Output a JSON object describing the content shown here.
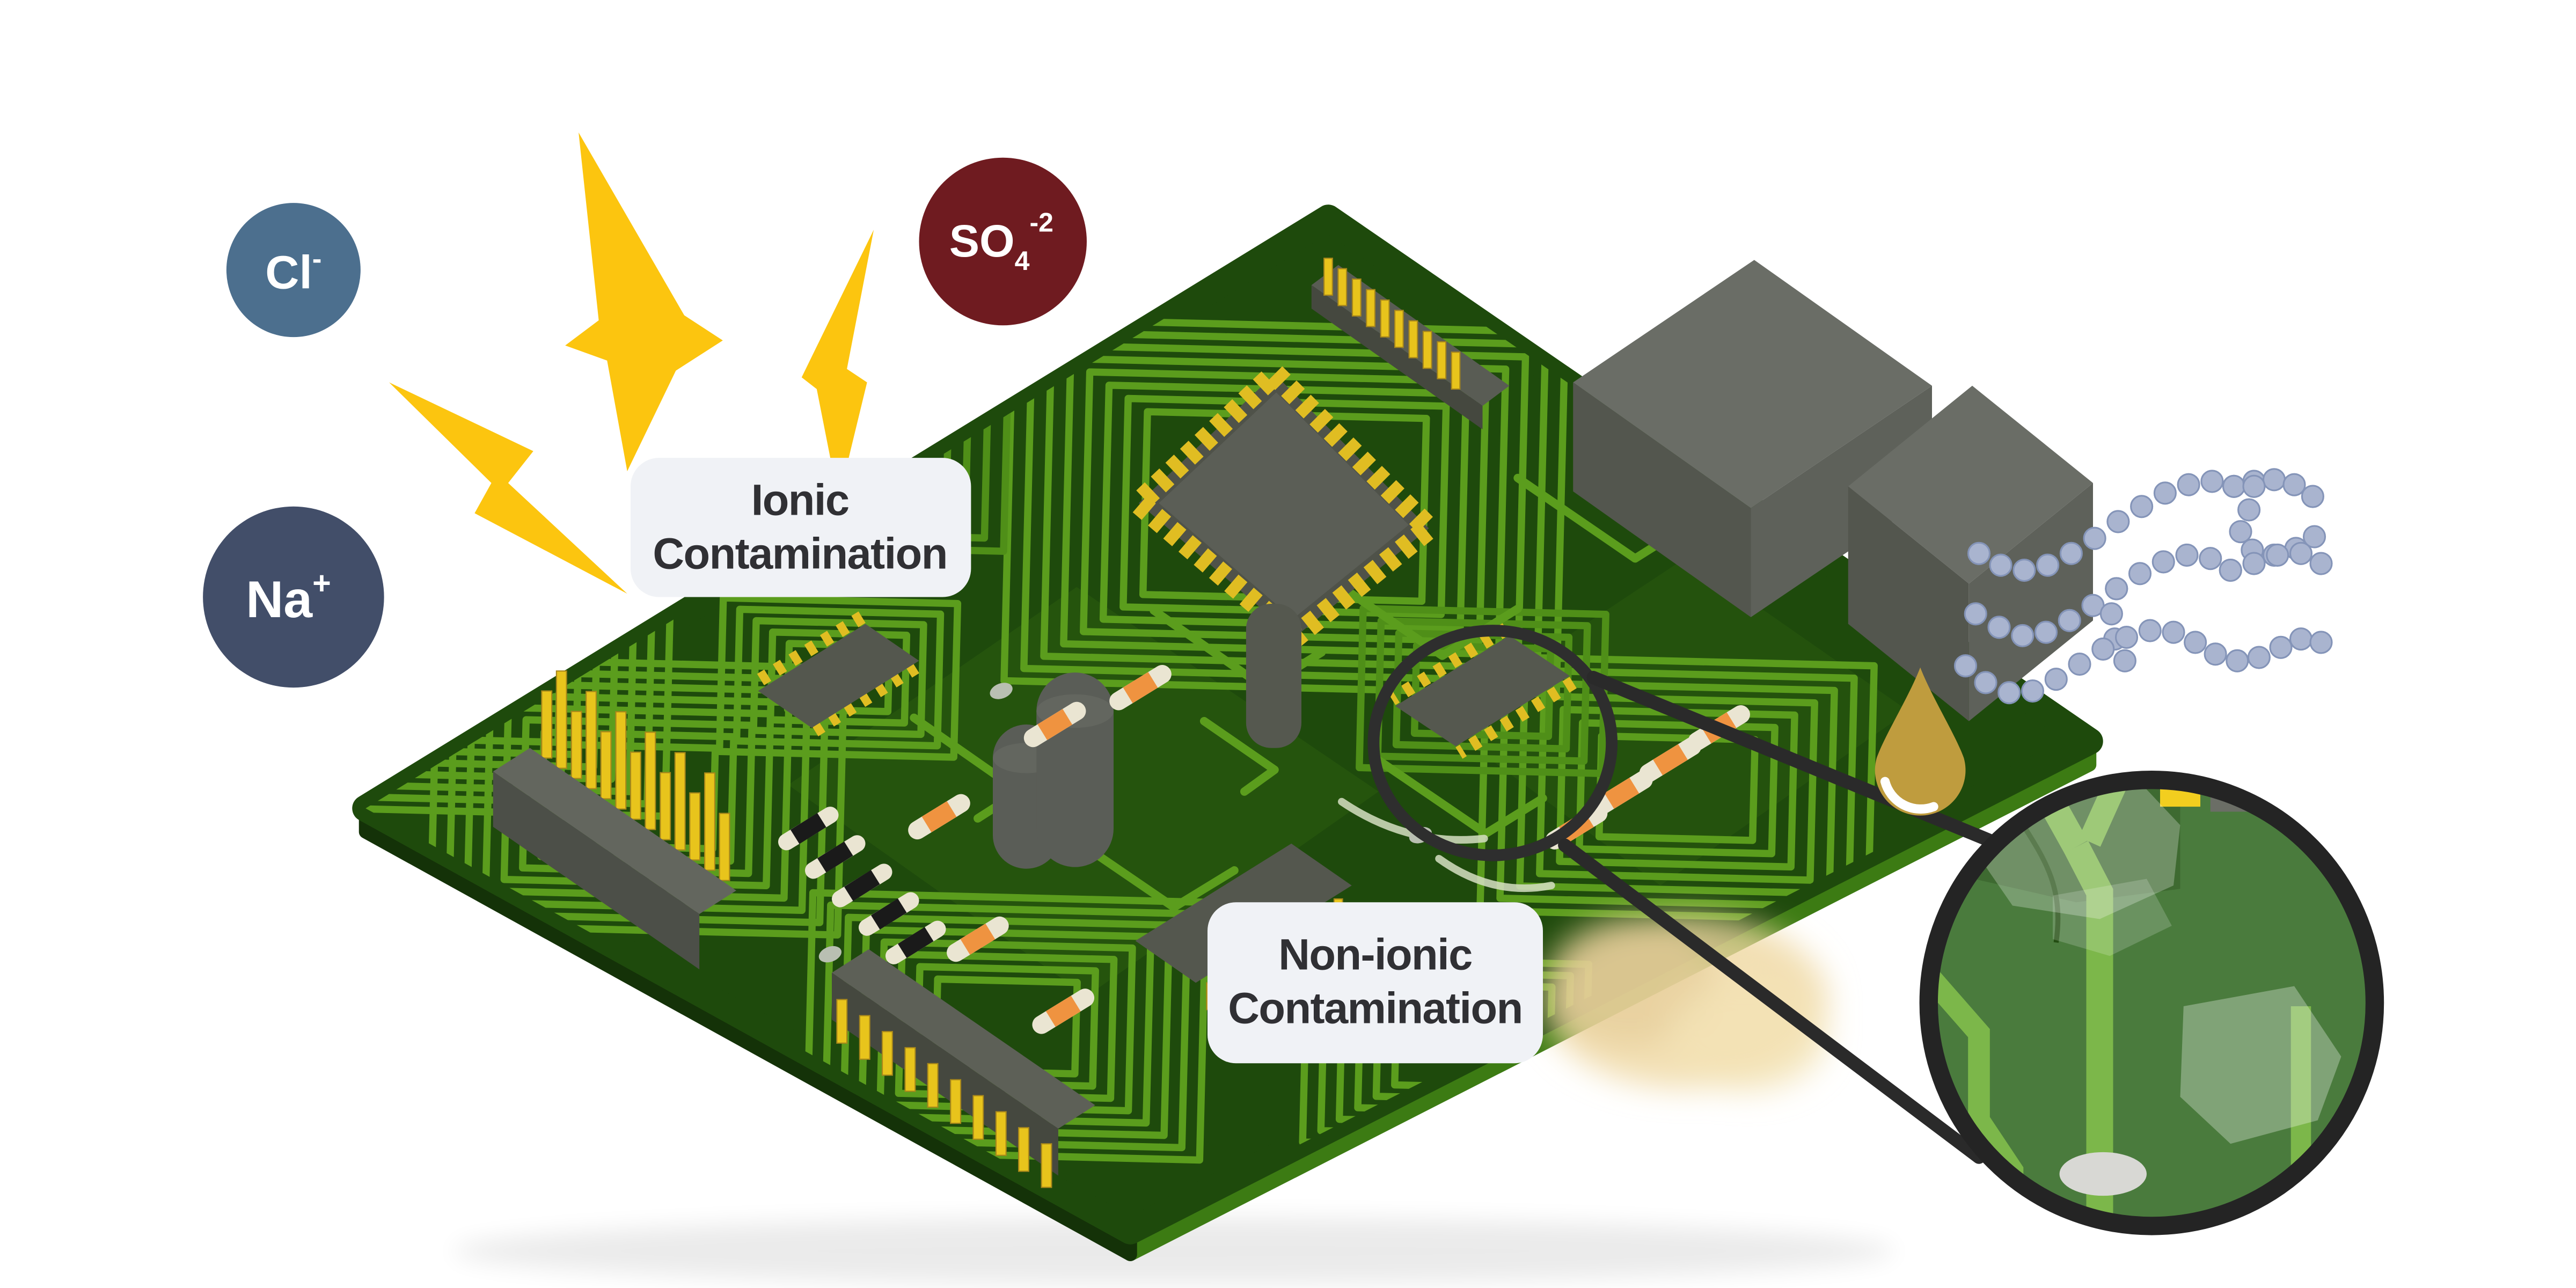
{
  "scene": {
    "description": "Isometric illustration of a green printed circuit board showing sources of ionic and non-ionic contamination",
    "background_color": "#ffffff"
  },
  "ion_badges": {
    "chloride": {
      "symbol": "Cl",
      "charge": "-",
      "color": "#4c6f8e"
    },
    "sodium": {
      "symbol": "Na",
      "charge": "+",
      "color": "#424e69"
    },
    "sulfate": {
      "symbol": "SO",
      "subscript": "4",
      "charge": "-2",
      "color": "#6f1b20"
    }
  },
  "callouts": {
    "ionic": {
      "line1": "Ionic",
      "line2": "Contamination",
      "bg": "#f0f2f6",
      "text_color": "#303034"
    },
    "nonionic": {
      "line1": "Non-ionic",
      "line2": "Contamination",
      "bg": "#f0f2f6",
      "text_color": "#303034"
    }
  },
  "icons": {
    "lightning_bolts": {
      "name": "lightning-bolt-icon",
      "count": 3,
      "color": "#fcc50f"
    },
    "oil_droplet": {
      "name": "oil-droplet-icon",
      "color": "#bf9c3e"
    },
    "polymer_chain": {
      "name": "polymer-chain-icon",
      "bead_color": "#a9b4cf"
    },
    "magnifier": {
      "name": "magnifier-circle",
      "ring_color": "#242424"
    },
    "stain": {
      "name": "stain-smudge-icon",
      "color": "#efd7a0"
    }
  },
  "palette": {
    "board_green": "#1e4a0c",
    "board_patch": "#27560e",
    "board_side_light": "#3c7b13",
    "board_side_dark": "#143208",
    "trace_green": "#5b9d1d",
    "trace_pale": "#d6dfc3",
    "chip_gray": "#54574f",
    "chip_gray_light": "#6a6d66",
    "chip_gray_mid": "#5e615a",
    "pin_gold": "#e8c41c",
    "smd_orange": "#ef9340",
    "smd_cream": "#eae5d2",
    "diode_black": "#1a1a1a",
    "via_gray": "#b9bfb2",
    "magnifier_board": "#4a7b3d",
    "magnifier_trace": "#7cb74a",
    "callout_line": "#2a2a2a"
  }
}
